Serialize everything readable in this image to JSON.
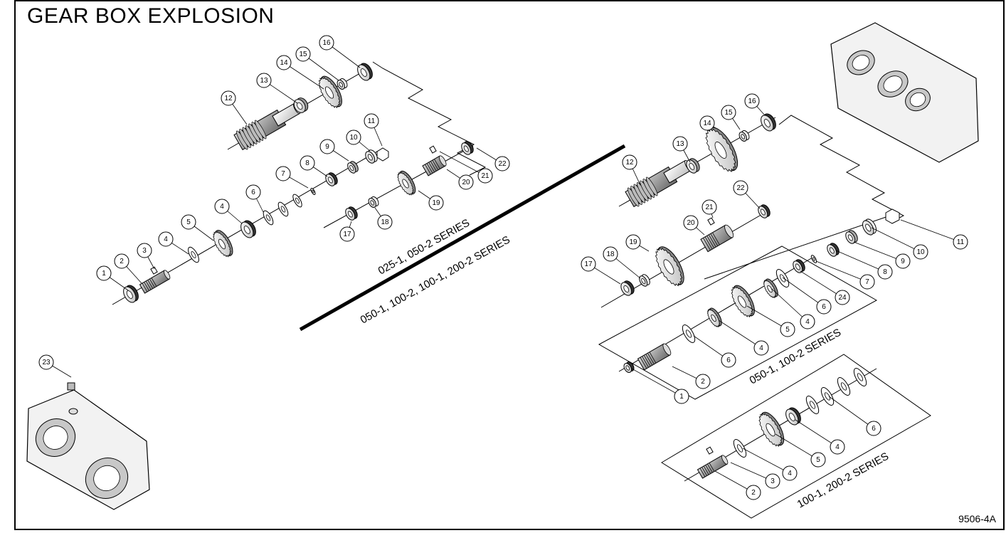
{
  "title": "GEAR BOX EXPLOSION",
  "document_id": "9506-4A",
  "series_labels": {
    "upper_left": "025-1, 050-2 SERIES",
    "lower_left": "050-1, 100-2, 100-1, 200-2 SERIES",
    "middle_right": "050-1, 100-2 SERIES",
    "bottom_right": "100-1, 200-2 SERIES"
  },
  "callouts": {
    "left_output_shaft": [
      "12",
      "13",
      "14",
      "15",
      "16"
    ],
    "left_input_shaft": [
      "1",
      "2",
      "3",
      "4",
      "5",
      "4",
      "6",
      "7",
      "8",
      "9",
      "10",
      "11"
    ],
    "left_intermediate_shaft": [
      "17",
      "18",
      "19",
      "20",
      "21",
      "22"
    ],
    "housing_cover": [
      "23"
    ],
    "right_output_shaft": [
      "12",
      "13",
      "14",
      "15",
      "16"
    ],
    "right_intermediate_shaft": [
      "17",
      "18",
      "19",
      "20",
      "21",
      "22",
      "11",
      "10",
      "9",
      "8",
      "7",
      "24"
    ],
    "right_middle_group": [
      "1",
      "2",
      "6",
      "4",
      "5",
      "4",
      "6"
    ],
    "right_bottom_group": [
      "2",
      "3",
      "4",
      "5",
      "4",
      "6"
    ]
  },
  "colors": {
    "line": "#000000",
    "part_light": "#e0e0e0",
    "part_mid": "#a8a8a8",
    "part_dark": "#404040"
  }
}
